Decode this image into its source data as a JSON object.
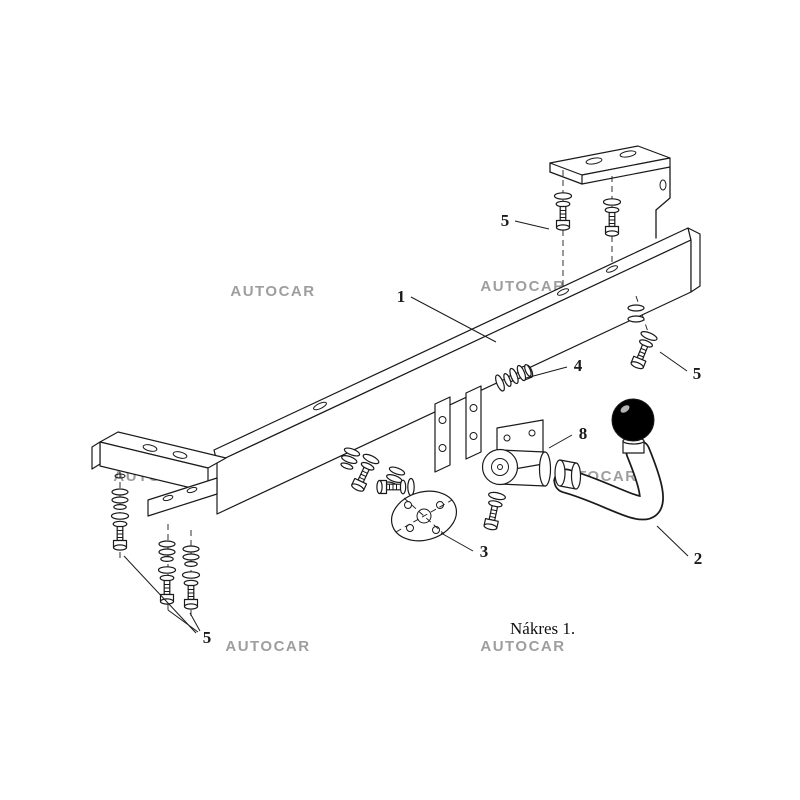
{
  "figure": {
    "caption": "Nákres 1."
  },
  "watermark": {
    "text": "AUTOCAR"
  },
  "callouts": {
    "crossbar": "1",
    "towball_neck": "2",
    "backing_plate": "3",
    "bracket_bolts": "4",
    "top_bolts": "5",
    "right_bolts": "5",
    "left_bolts": "5",
    "socket_assembly": "8"
  },
  "colors": {
    "ink": "#1a1a1a",
    "watermark": "#9e9e9e",
    "ball": "#000000",
    "background": "#ffffff"
  }
}
